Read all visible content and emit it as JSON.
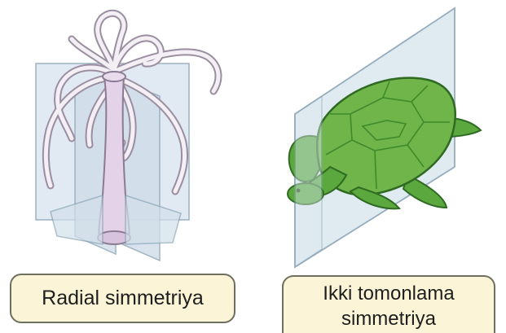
{
  "labels": {
    "radial": "Radial simmetriya",
    "bilateral_line1": "Ikki tomonlama",
    "bilateral_line2": "simmetriya"
  },
  "colors": {
    "plane_fill": "#d9e6ef",
    "plane_stroke": "#8aa4b6",
    "hydra_body": "#e3d2e8",
    "hydra_stroke": "#8a7b92",
    "turtle_shell": "#6fb54a",
    "turtle_shell_dark": "#3f8a2a",
    "turtle_skin": "#5aa83e",
    "label_bg": "#fbf4d6",
    "label_border": "#6f6f5f"
  }
}
